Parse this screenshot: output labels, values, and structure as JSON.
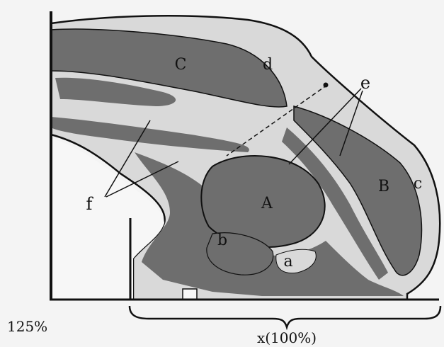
{
  "labels": {
    "A": "A",
    "B": "B",
    "C": "C",
    "a": "a",
    "b": "b",
    "c": "c",
    "d": "d",
    "e": "e",
    "f": "f"
  },
  "scale_left": "125%",
  "scale_bottom": "x(100%)",
  "colors": {
    "background": "#f4f4f4",
    "light_region": "#d9d9d9",
    "dark_region": "#6e6e6e",
    "outline": "#111111"
  }
}
